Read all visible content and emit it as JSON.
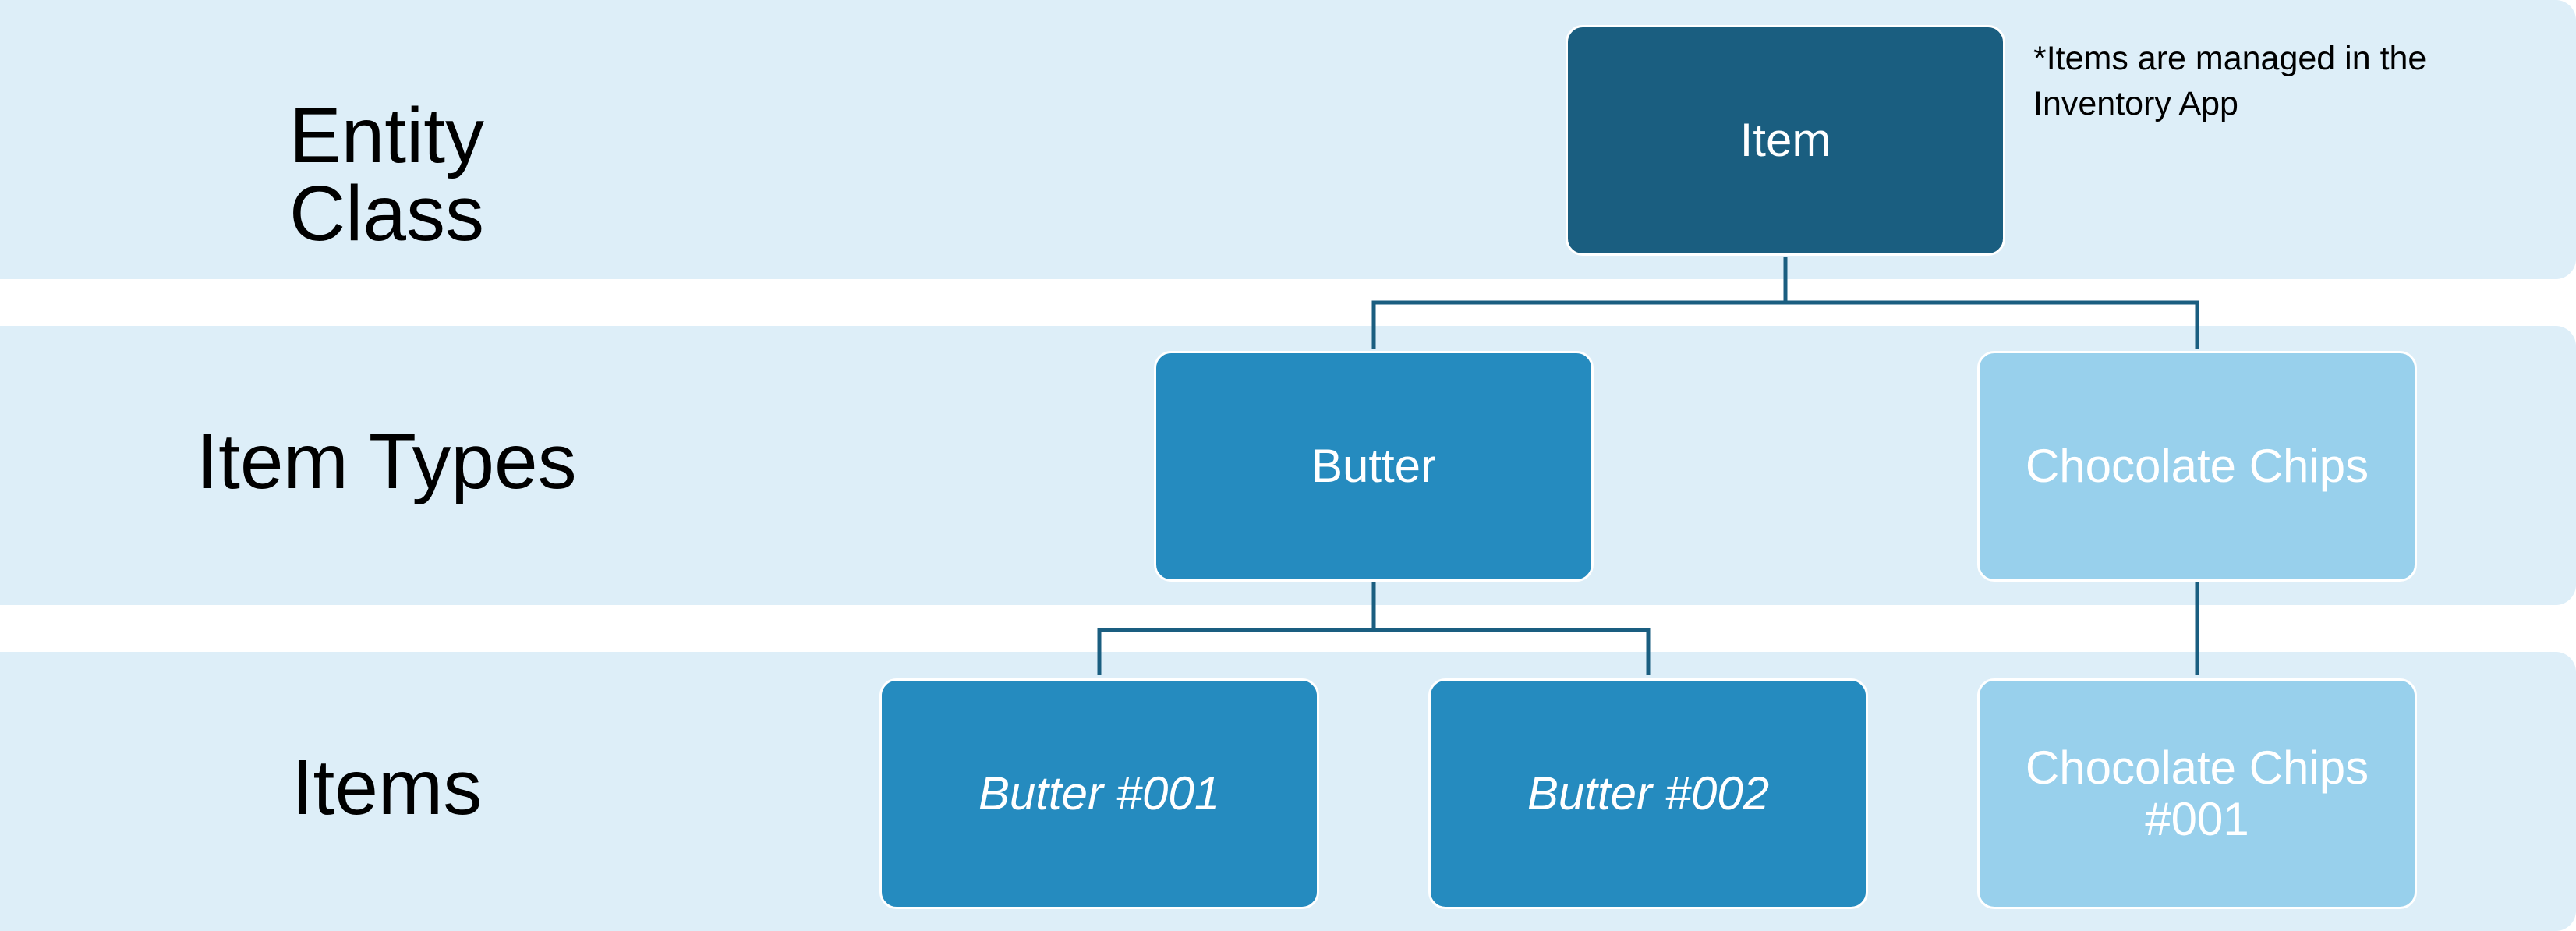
{
  "bands": [
    {
      "id": "entity-class",
      "label": "Entity Class"
    },
    {
      "id": "item-types",
      "label": "Item Types"
    },
    {
      "id": "items",
      "label": "Items"
    }
  ],
  "note": "*Items are managed in the Inventory App",
  "nodes": {
    "item": "Item",
    "butter_type": "Butter",
    "chocolate_chips_type": "Chocolate Chips",
    "butter_001": "Butter #001",
    "butter_002": "Butter #002",
    "chocolate_chips_001": "Chocolate Chips #001"
  },
  "colors": {
    "band_background": "#ddeef8",
    "entity_class_node": "#1a5e80",
    "item_type_node": "#258bbf",
    "item_type_node_light": "#98d0ec",
    "connector": "#1a5e80"
  }
}
